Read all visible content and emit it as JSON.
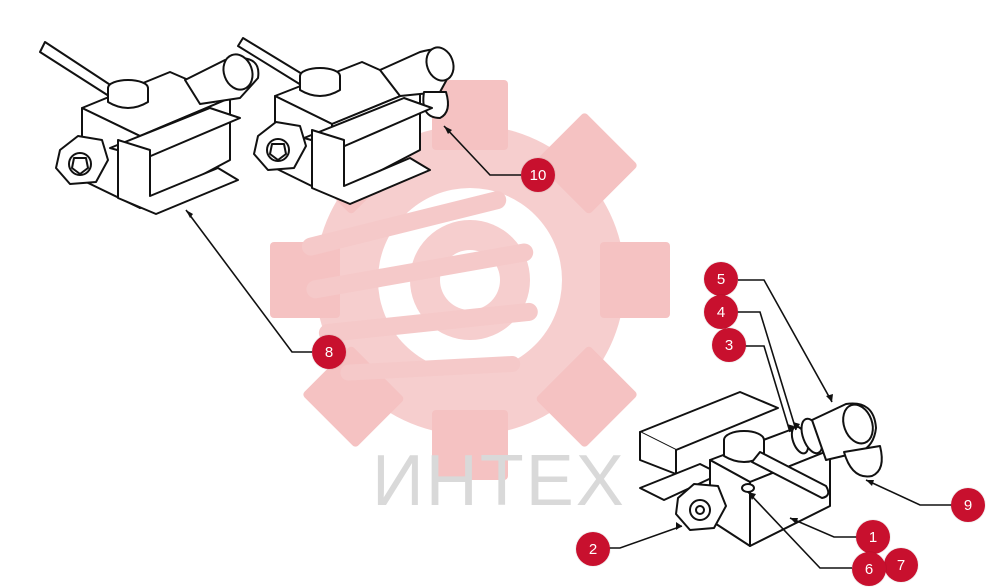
{
  "watermark": {
    "text": "ИНТЕХ",
    "color": "#f3b4b4",
    "icon": "gear-icon"
  },
  "accent_color": "#c8102e",
  "callouts": [
    {
      "id": "c1",
      "label": "1"
    },
    {
      "id": "c2",
      "label": "2"
    },
    {
      "id": "c3",
      "label": "3"
    },
    {
      "id": "c4",
      "label": "4"
    },
    {
      "id": "c5",
      "label": "5"
    },
    {
      "id": "c6",
      "label": "6"
    },
    {
      "id": "c7",
      "label": "7"
    },
    {
      "id": "c8",
      "label": "8"
    },
    {
      "id": "c9",
      "label": "9"
    },
    {
      "id": "c10",
      "label": "10"
    }
  ]
}
